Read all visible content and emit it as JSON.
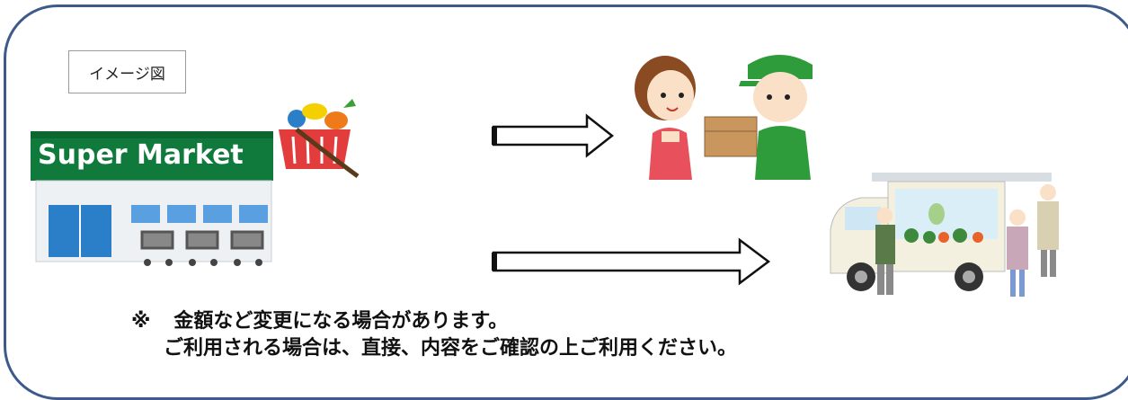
{
  "image_label": "イメージ図",
  "store_sign": "Super Market",
  "notice": {
    "mark": "※",
    "line1": "金額など変更になる場合があります。",
    "line2": "ご利用される場合は、直接、内容をご確認の上ご利用ください。"
  },
  "icons": {
    "store": "supermarket-icon",
    "basket": "grocery-basket-icon",
    "delivery": "home-delivery-icon",
    "mobile_sales": "mobile-sales-truck-icon",
    "arrow": "right-arrow-icon"
  },
  "colors": {
    "frame": "#3d5a8a",
    "store_green": "#0f7a3c",
    "store_blue": "#2a7fc8"
  }
}
